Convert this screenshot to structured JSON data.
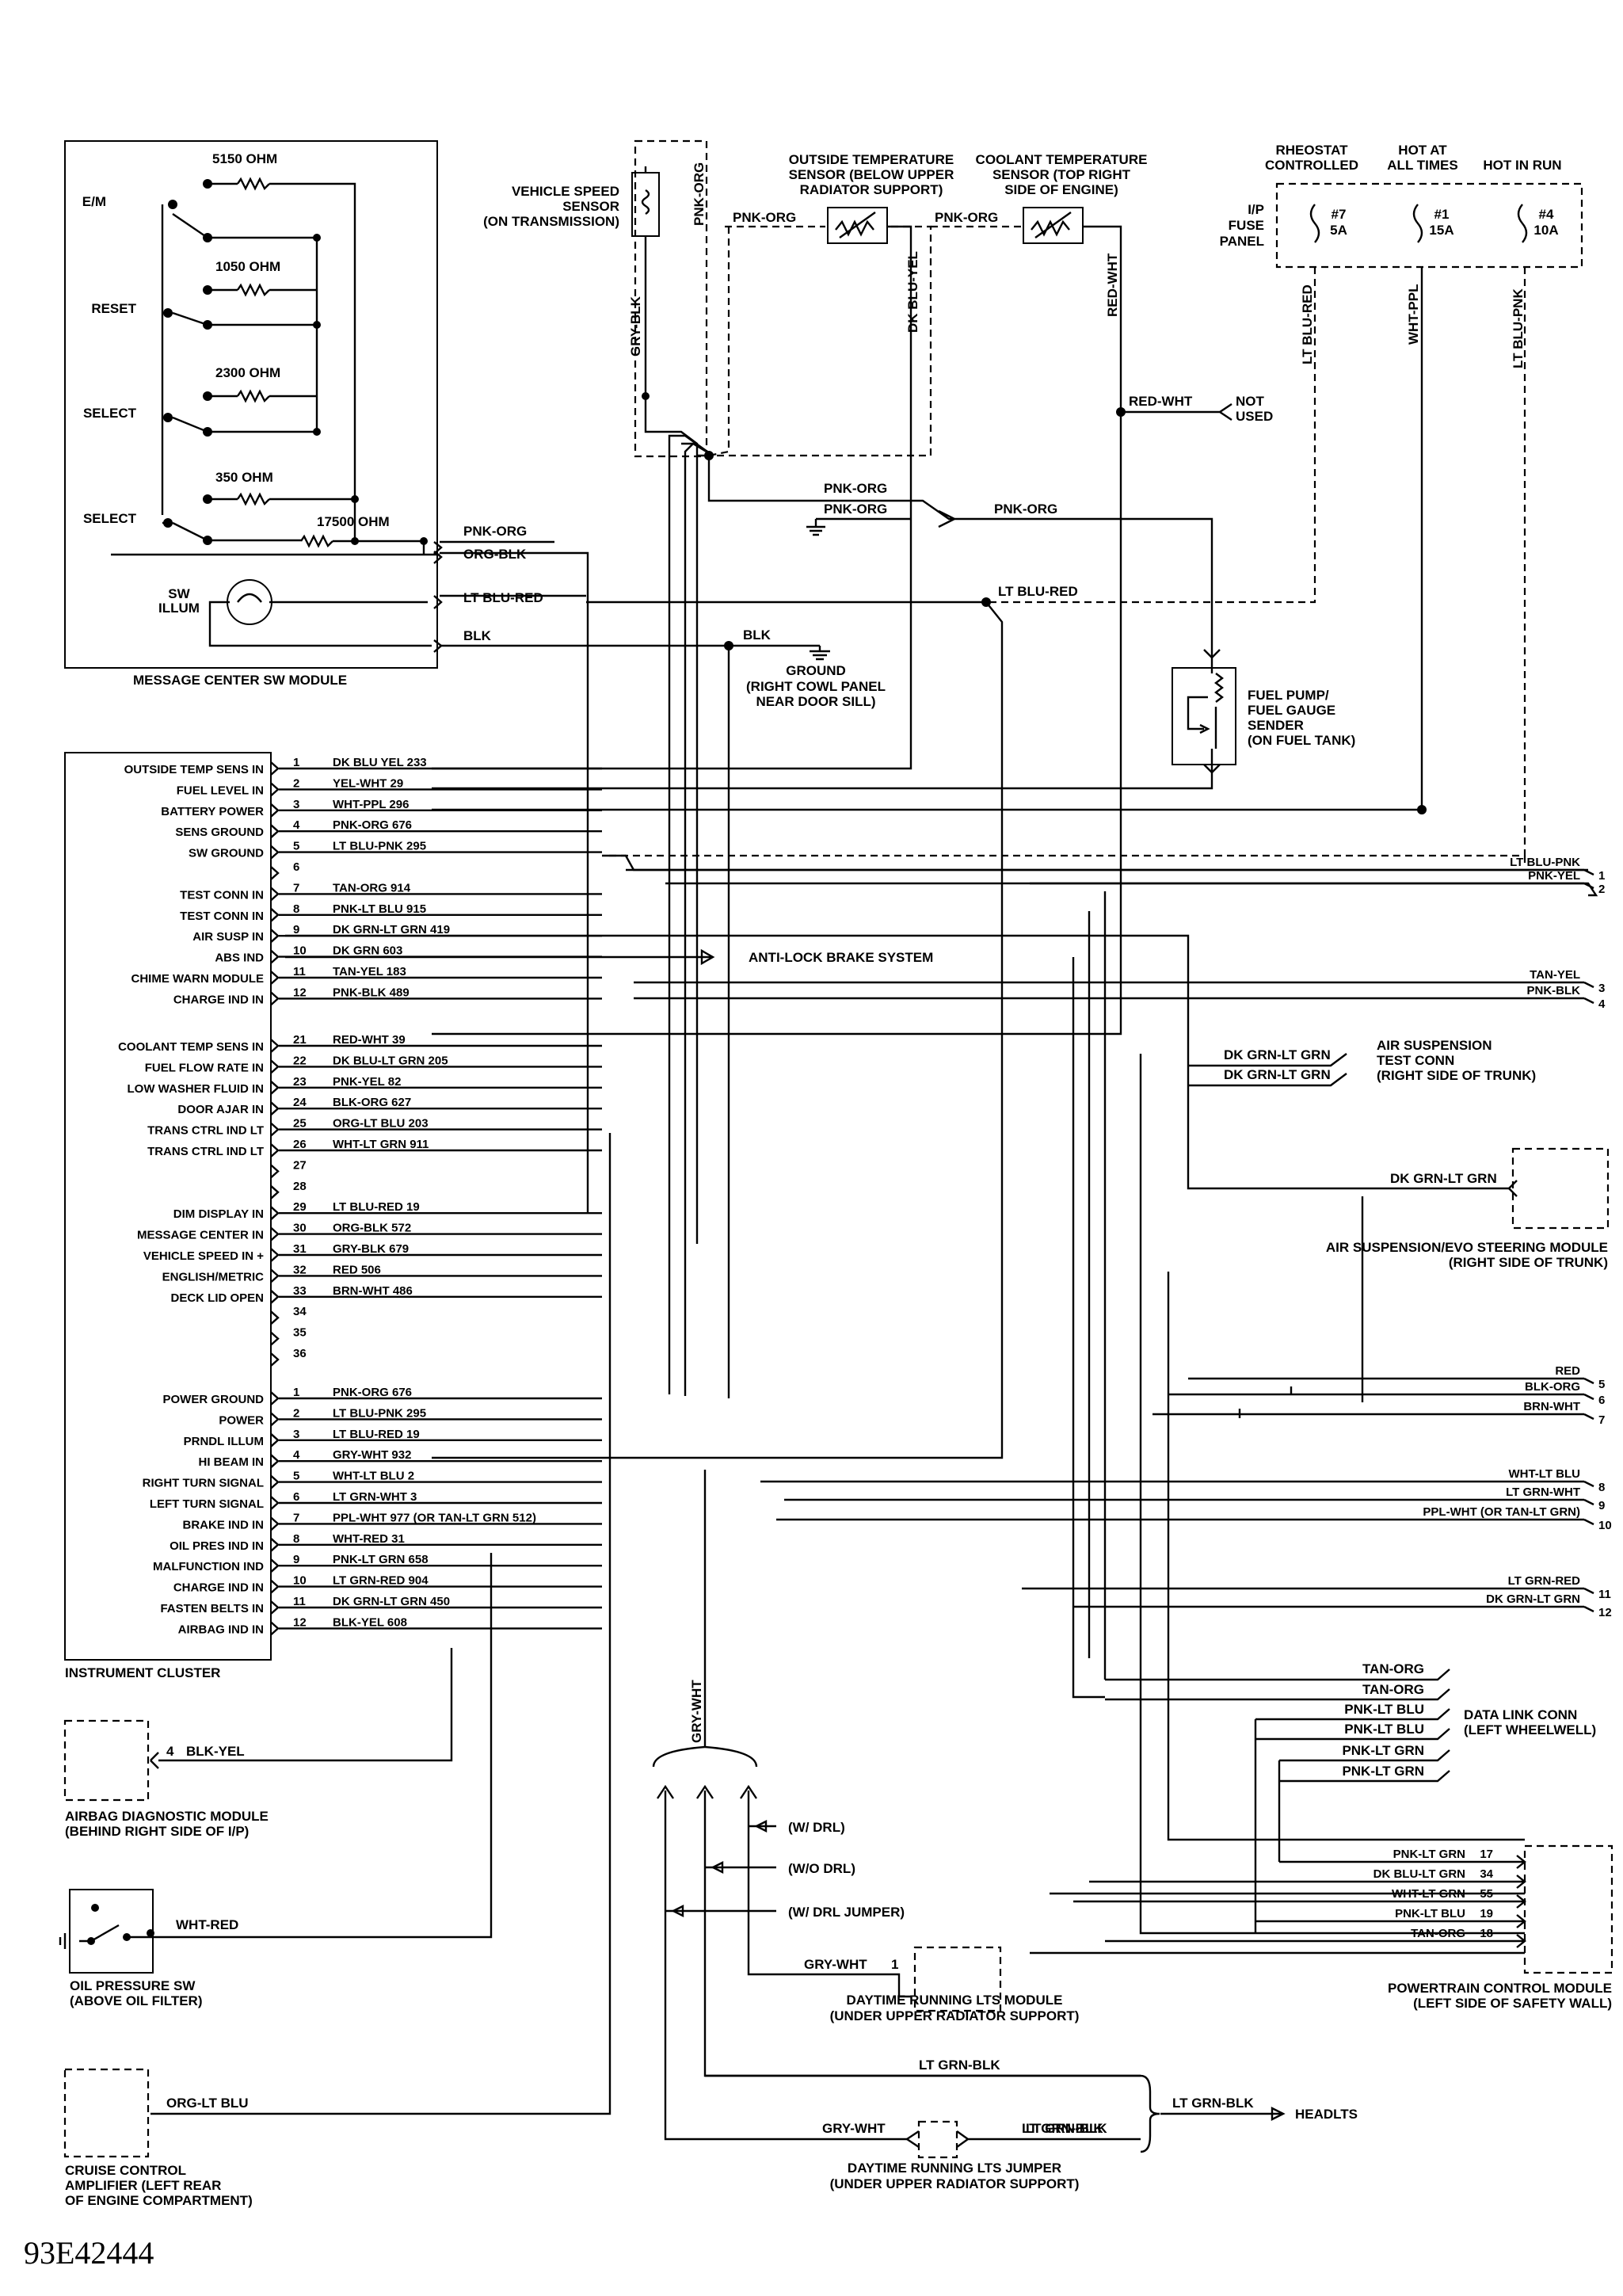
{
  "diagram_id": "93E42444",
  "message_center": {
    "title": "MESSAGE CENTER SW MODULE",
    "switches": [
      "E/M",
      "RESET",
      "SELECT",
      "SELECT"
    ],
    "resistors": [
      "5150 OHM",
      "1050 OHM",
      "2300 OHM",
      "350 OHM",
      "17500 OHM"
    ],
    "sw_illum": [
      "SW",
      "ILLUM"
    ],
    "outputs": [
      "PNK-ORG",
      "ORG-BLK",
      "LT BLU-RED",
      "BLK"
    ]
  },
  "vss": {
    "title": [
      "VEHICLE SPEED",
      "SENSOR",
      "(ON TRANSMISSION)"
    ],
    "wire_top": "PNK-ORG",
    "wire_bottom": "GRY-BLK"
  },
  "ots": {
    "title": [
      "OUTSIDE TEMPERATURE",
      "SENSOR (BELOW UPPER",
      "RADIATOR SUPPORT)"
    ],
    "wire_left": "PNK-ORG",
    "wire_right": "DK BLU-YEL"
  },
  "cts": {
    "title": [
      "COOLANT TEMPERATURE",
      "SENSOR (TOP RIGHT",
      "SIDE OF ENGINE)"
    ],
    "wire_left": "PNK-ORG",
    "wire_right": "RED-WHT"
  },
  "fuse_panel": {
    "label": [
      "I/P",
      "FUSE",
      "PANEL"
    ],
    "headers": [
      [
        "RHEOSTAT",
        "CONTROLLED"
      ],
      [
        "HOT AT",
        "ALL TIMES"
      ],
      [
        "HOT IN RUN"
      ]
    ],
    "fuses": [
      [
        "#7",
        "5A"
      ],
      [
        "#1",
        "15A"
      ],
      [
        "#4",
        "10A"
      ]
    ],
    "wires": [
      "LT BLU-RED",
      "WHT-PPL",
      "LT BLU-PNK"
    ]
  },
  "not_used": {
    "wire": "RED-WHT",
    "label": [
      "NOT",
      "USED"
    ]
  },
  "mid_wires": {
    "pnk_org_1": "PNK-ORG",
    "pnk_org_2": "PNK-ORG",
    "pnk_org_3": "PNK-ORG",
    "lt_blu_red": "LT BLU-RED",
    "blk": "BLK"
  },
  "ground": [
    "GROUND",
    "(RIGHT COWL PANEL",
    "NEAR DOOR SILL)"
  ],
  "fuel_pump": [
    "FUEL PUMP/",
    "FUEL GAUGE",
    "SENDER",
    "(ON FUEL TANK)"
  ],
  "cluster": {
    "title": "INSTRUMENT CLUSTER",
    "connector_a": [
      {
        "pin": "1",
        "name": "OUTSIDE TEMP SENS IN",
        "wire": "DK BLU YEL 233"
      },
      {
        "pin": "2",
        "name": "FUEL LEVEL IN",
        "wire": "YEL-WHT 29"
      },
      {
        "pin": "3",
        "name": "BATTERY POWER",
        "wire": "WHT-PPL 296"
      },
      {
        "pin": "4",
        "name": "SENS GROUND",
        "wire": "PNK-ORG 676"
      },
      {
        "pin": "5",
        "name": "SW GROUND",
        "wire": "LT BLU-PNK 295"
      },
      {
        "pin": "6",
        "name": "",
        "wire": ""
      },
      {
        "pin": "7",
        "name": "TEST CONN IN",
        "wire": "TAN-ORG 914"
      },
      {
        "pin": "8",
        "name": "TEST CONN IN",
        "wire": "PNK-LT BLU 915"
      },
      {
        "pin": "9",
        "name": "AIR SUSP IN",
        "wire": "DK GRN-LT GRN 419"
      },
      {
        "pin": "10",
        "name": "ABS IND",
        "wire": "DK GRN 603"
      },
      {
        "pin": "11",
        "name": "CHIME WARN MODULE",
        "wire": "TAN-YEL 183"
      },
      {
        "pin": "12",
        "name": "CHARGE IND IN",
        "wire": "PNK-BLK 489"
      }
    ],
    "connector_b": [
      {
        "pin": "21",
        "name": "COOLANT TEMP SENS IN",
        "wire": "RED-WHT 39"
      },
      {
        "pin": "22",
        "name": "FUEL FLOW RATE IN",
        "wire": "DK BLU-LT GRN 205"
      },
      {
        "pin": "23",
        "name": "LOW WASHER FLUID IN",
        "wire": "PNK-YEL 82"
      },
      {
        "pin": "24",
        "name": "DOOR AJAR IN",
        "wire": "BLK-ORG 627"
      },
      {
        "pin": "25",
        "name": "TRANS CTRL IND LT",
        "wire": "ORG-LT BLU 203"
      },
      {
        "pin": "26",
        "name": "TRANS CTRL IND LT",
        "wire": "WHT-LT GRN 911"
      },
      {
        "pin": "27",
        "name": "",
        "wire": ""
      },
      {
        "pin": "28",
        "name": "",
        "wire": ""
      },
      {
        "pin": "29",
        "name": "DIM DISPLAY IN",
        "wire": "LT BLU-RED 19"
      },
      {
        "pin": "30",
        "name": "MESSAGE CENTER IN",
        "wire": "ORG-BLK 572"
      },
      {
        "pin": "31",
        "name": "VEHICLE SPEED IN +",
        "wire": "GRY-BLK 679"
      },
      {
        "pin": "32",
        "name": "ENGLISH/METRIC",
        "wire": "RED 506"
      },
      {
        "pin": "33",
        "name": "DECK LID OPEN",
        "wire": "BRN-WHT 486"
      },
      {
        "pin": "34",
        "name": "",
        "wire": ""
      },
      {
        "pin": "35",
        "name": "",
        "wire": ""
      },
      {
        "pin": "36",
        "name": "",
        "wire": ""
      }
    ],
    "connector_c": [
      {
        "pin": "1",
        "name": "POWER GROUND",
        "wire": "PNK-ORG 676"
      },
      {
        "pin": "2",
        "name": "POWER",
        "wire": "LT BLU-PNK 295"
      },
      {
        "pin": "3",
        "name": "PRNDL ILLUM",
        "wire": "LT BLU-RED 19"
      },
      {
        "pin": "4",
        "name": "HI BEAM IN",
        "wire": "GRY-WHT 932"
      },
      {
        "pin": "5",
        "name": "RIGHT TURN SIGNAL",
        "wire": "WHT-LT BLU 2"
      },
      {
        "pin": "6",
        "name": "LEFT TURN SIGNAL",
        "wire": "LT GRN-WHT 3"
      },
      {
        "pin": "7",
        "name": "BRAKE IND IN",
        "wire": "PPL-WHT 977 (OR TAN-LT GRN 512)"
      },
      {
        "pin": "8",
        "name": "OIL PRES IND IN",
        "wire": "WHT-RED 31"
      },
      {
        "pin": "9",
        "name": "MALFUNCTION IND",
        "wire": "PNK-LT GRN 658"
      },
      {
        "pin": "10",
        "name": "CHARGE IND IN",
        "wire": "LT GRN-RED 904"
      },
      {
        "pin": "11",
        "name": "FASTEN BELTS IN",
        "wire": "DK GRN-LT GRN 450"
      },
      {
        "pin": "12",
        "name": "AIRBAG IND IN",
        "wire": "BLK-YEL 608"
      }
    ]
  },
  "right_refs": [
    {
      "wire": "LT BLU-PNK",
      "num": "1"
    },
    {
      "wire": "PNK-YEL",
      "num": "2"
    },
    {
      "wire": "TAN-YEL",
      "num": "3"
    },
    {
      "wire": "PNK-BLK",
      "num": "4"
    },
    {
      "wire": "RED",
      "num": "5"
    },
    {
      "wire": "BLK-ORG",
      "num": "6"
    },
    {
      "wire": "BRN-WHT",
      "num": "7"
    },
    {
      "wire": "WHT-LT BLU",
      "num": "8"
    },
    {
      "wire": "LT GRN-WHT",
      "num": "9"
    },
    {
      "wire": "PPL-WHT (OR TAN-LT GRN)",
      "num": "10"
    },
    {
      "wire": "LT GRN-RED",
      "num": "11"
    },
    {
      "wire": "DK GRN-LT GRN",
      "num": "12"
    }
  ],
  "abs": "ANTI-LOCK BRAKE SYSTEM",
  "air_susp_conn": {
    "wires": [
      "DK GRN-LT GRN",
      "DK GRN-LT GRN"
    ],
    "title": [
      "AIR SUSPENSION",
      "TEST CONN",
      "(RIGHT SIDE OF TRUNK)"
    ]
  },
  "air_susp_module": {
    "wire": "DK GRN-LT GRN",
    "title": [
      "AIR SUSPENSION/EVO STEERING MODULE",
      "(RIGHT SIDE OF TRUNK)"
    ]
  },
  "data_link": {
    "wires": [
      "TAN-ORG",
      "TAN-ORG",
      "PNK-LT BLU",
      "PNK-LT BLU",
      "PNK-LT GRN",
      "PNK-LT GRN"
    ],
    "title": [
      "DATA LINK CONN",
      "(LEFT WHEELWELL)"
    ]
  },
  "pcm": {
    "pins": [
      {
        "wire": "PNK-LT GRN",
        "pin": "17"
      },
      {
        "wire": "DK BLU-LT GRN",
        "pin": "34"
      },
      {
        "wire": "WHT-LT GRN",
        "pin": "55"
      },
      {
        "wire": "PNK-LT BLU",
        "pin": "19"
      },
      {
        "wire": "TAN-ORG",
        "pin": "18"
      }
    ],
    "title": [
      "POWERTRAIN CONTROL MODULE",
      "(LEFT SIDE OF SAFETY WALL)"
    ]
  },
  "airbag_module": {
    "pin": "4",
    "wire": "BLK-YEL",
    "title": [
      "AIRBAG DIAGNOSTIC MODULE",
      "(BEHIND RIGHT SIDE OF I/P)"
    ]
  },
  "oil_sw": {
    "wire": "WHT-RED",
    "title": [
      "OIL PRESSURE SW",
      "(ABOVE OIL FILTER)"
    ]
  },
  "cruise": {
    "wire": "ORG-LT BLU",
    "title": [
      "CRUISE CONTROL",
      "AMPLIFIER (LEFT REAR",
      "OF ENGINE COMPARTMENT)"
    ]
  },
  "drl": {
    "trunk_wire": "GRY-WHT",
    "options": [
      "(W/ DRL)",
      "(W/O DRL)",
      "(W/ DRL JUMPER)"
    ],
    "module_wire": "GRY-WHT",
    "module_pin": "1",
    "module_title": [
      "DAYTIME RUNNING LTS MODULE",
      "(UNDER UPPER RADIATOR SUPPORT)"
    ],
    "headlts_wire_1": "LT GRN-BLK",
    "headlts_wire_2": "LT GRN-BLK",
    "headlts_out_wire": "LT GRN-BLK",
    "headlts": "HEADLTS",
    "jumper_left_wire": "GRY-WHT",
    "jumper_right_wire": "LT GRN-BLK",
    "jumper_title": [
      "DAYTIME RUNNING LTS JUMPER",
      "(UNDER UPPER RADIATOR SUPPORT)"
    ]
  }
}
